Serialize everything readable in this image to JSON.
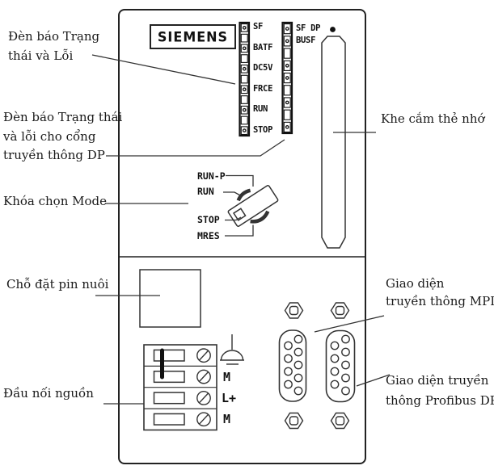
{
  "brand": {
    "logo_text": "SIEMENS"
  },
  "colors": {
    "ink": "#222222",
    "background": "#ffffff"
  },
  "annotations": {
    "left": [
      {
        "id": "status-error-leds",
        "lines": [
          "Đèn báo Trạng",
          "thái và Lỗi"
        ]
      },
      {
        "id": "dp-status-leds",
        "lines": [
          "Đèn báo Trạng thái",
          "và lỗi cho cổng",
          "truyền thông DP"
        ]
      },
      {
        "id": "mode-switch",
        "lines": [
          "Khóa chọn Mode"
        ]
      },
      {
        "id": "battery",
        "lines": [
          "Chỗ đặt pin nuôi"
        ]
      },
      {
        "id": "power",
        "lines": [
          "Đầu nối nguồn"
        ]
      }
    ],
    "right": [
      {
        "id": "memory-card",
        "lines": [
          "Khe cắm thẻ nhớ"
        ]
      },
      {
        "id": "mpi",
        "lines": [
          "Giao diện",
          "truyền thông MPI"
        ]
      },
      {
        "id": "profibus",
        "lines": [
          "Giao diện truyền",
          "thông Profibus DP"
        ]
      }
    ]
  },
  "led_panel": {
    "left_column": {
      "labels": [
        "SF",
        "BATF",
        "DC5V",
        "FRCE",
        "RUN",
        "STOP"
      ],
      "cells": 11,
      "dot_cells": [
        0,
        2,
        4,
        6,
        8,
        10
      ]
    },
    "right_column": {
      "labels": [
        "SF DP",
        "BUSF"
      ],
      "cells": 9,
      "dot_cells": [
        0,
        1,
        3,
        4,
        6,
        8
      ]
    }
  },
  "mode_switch": {
    "positions": [
      "RUN-P",
      "RUN",
      "STOP",
      "MRES"
    ]
  },
  "power_terminals": {
    "labels": [
      "M",
      "L+",
      "M"
    ]
  }
}
